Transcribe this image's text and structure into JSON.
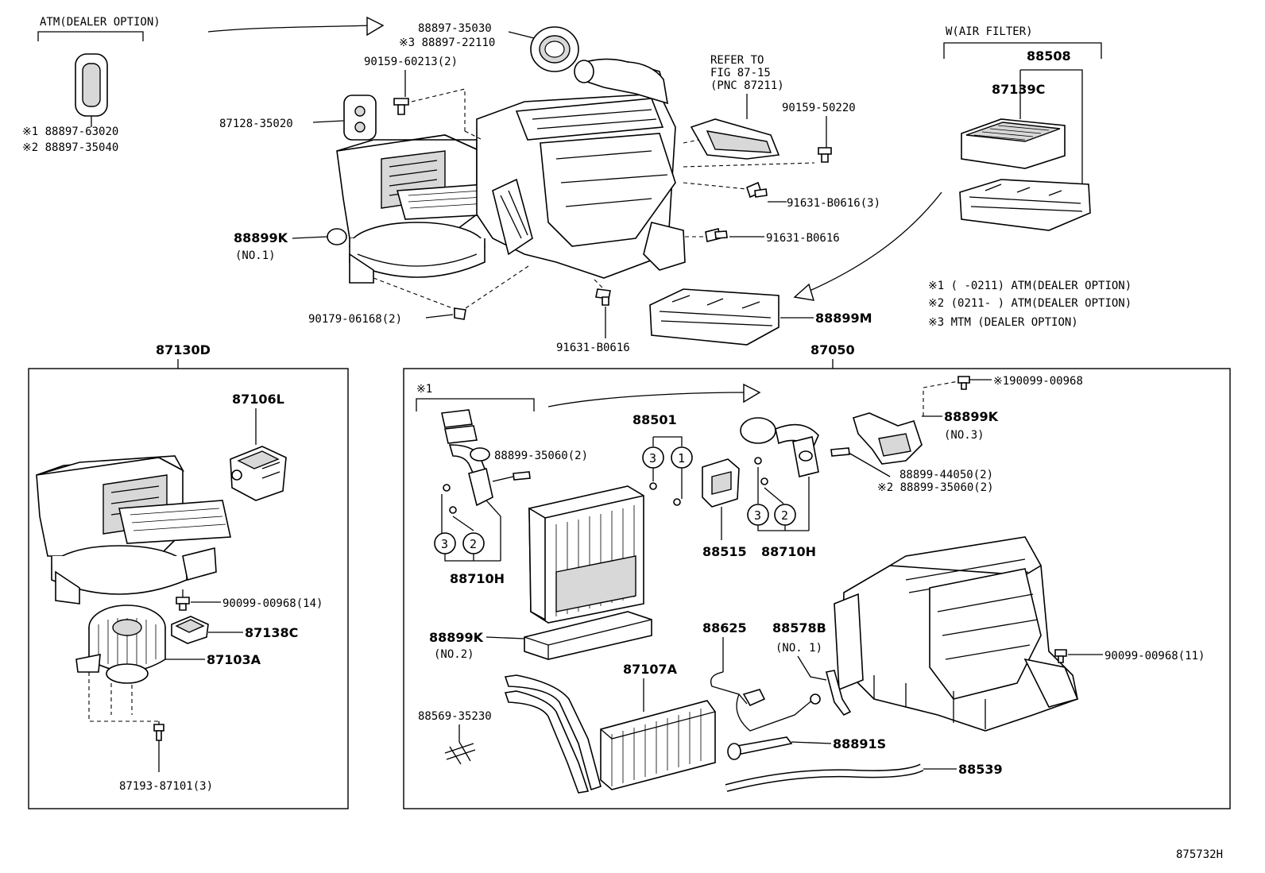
{
  "labels": {
    "atm_dealer_option": "ATM(DEALER OPTION)",
    "p88897_63020": "※1 88897-63020",
    "p88897_35040": "※2 88897-35040",
    "p88897_35030": "88897-35030",
    "p88897_22110": "※3 88897-22110",
    "p90159_60213": "90159-60213(2)",
    "p87128_35020": "87128-35020",
    "refer_fig_1": "REFER TO",
    "refer_fig_2": "FIG 87-15",
    "refer_fig_3": "(PNC 87211)",
    "p90159_50220": "90159-50220",
    "p91631_B0616_3": "91631-B0616(3)",
    "p88899K": "88899K",
    "p88899K_no1": "(NO.1)",
    "p91631_B0616_a": "91631-B0616",
    "p90179_06168": "90179-06168(2)",
    "p91631_B0616_b": "91631-B0616",
    "w_air_filter": "W(AIR FILTER)",
    "p88508": "88508",
    "p87139C": "87139C",
    "p88899M": "88899M",
    "note1": "※1 (      -0211) ATM(DEALER OPTION)",
    "note2": "※2 (0211-      ) ATM(DEALER OPTION)",
    "note3": "※3 MTM (DEALER OPTION)",
    "p87130D": "87130D",
    "p87106L": "87106L",
    "p90099_00968_14": "90099-00968(14)",
    "p87138C": "87138C",
    "p87103A": "87103A",
    "p87193_87101": "87193-87101(3)",
    "p87050": "87050",
    "star1": "※1",
    "p90099_00968_star": "※190099-00968",
    "p88899K_no3a": "88899K",
    "p88899K_no3b": "(NO.3)",
    "p88501": "88501",
    "p88899_35060_a": "88899-35060(2)",
    "p88899_44050": "88899-44050(2)",
    "p88899_35060_b": "※2 88899-35060(2)",
    "p88515": "88515",
    "p88710H_a": "88710H",
    "p88710H_b": "88710H",
    "p88899K_no2a": "88899K",
    "p88899K_no2b": "(NO.2)",
    "p88625": "88625",
    "p88578B": "88578B",
    "p88578B_no1": "(NO. 1)",
    "p90099_00968_11": "90099-00968(11)",
    "p87107A": "87107A",
    "p88569_35230": "88569-35230",
    "p88891S": "88891S",
    "p88539": "88539",
    "ref_code": "875732H",
    "c1": "1",
    "c2": "2",
    "c3": "3"
  }
}
